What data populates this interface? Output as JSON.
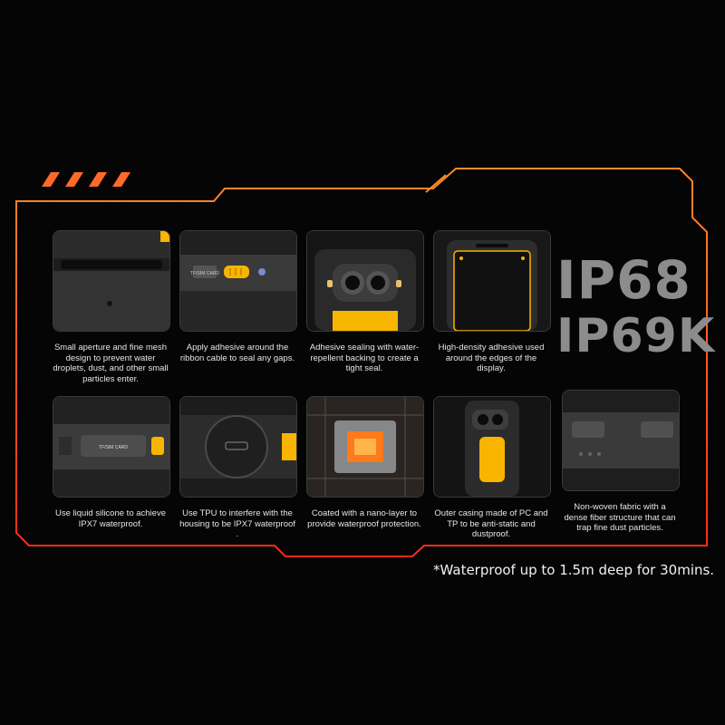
{
  "headline": {
    "line1": "IP68",
    "line2": "IP69K"
  },
  "features": [
    {
      "caption": "Small aperture and fine mesh design to prevent water droplets, dust, and other small particles enter.",
      "icon": "speaker-mesh"
    },
    {
      "caption": "Apply adhesive around the ribbon cable to seal any gaps.",
      "icon": "ribbon-cable",
      "card_label": "TF/SIM CARD"
    },
    {
      "caption": "Adhesive sealing with water-repellent backing to create a tight seal.",
      "icon": "rear-camera"
    },
    {
      "caption": "High-density adhesive used around the edges of the display.",
      "icon": "display-edge"
    },
    {
      "caption": "Use liquid silicone to achieve IPX7 waterproof.",
      "icon": "sim-slot-cover",
      "card_label": "TF/SIM CARD"
    },
    {
      "caption": "Use TPU to interfere with the housing to be IPX7 waterproof .",
      "icon": "tpu-plug"
    },
    {
      "caption": "Coated with a nano-layer to provide waterproof protection.",
      "icon": "nano-chip"
    },
    {
      "caption": "Outer casing made of PC and TP to be anti-static and dustproof.",
      "icon": "phone-back"
    },
    {
      "caption": "Non-woven fabric with a dense fiber structure that can trap fine dust particles.",
      "icon": "fabric-port"
    }
  ],
  "footnote": "*Waterproof up to 1.5m deep for 30mins.",
  "colors": {
    "frame_top": "#ff8a2a",
    "frame_bottom": "#ff2a1a",
    "accent": "#f7b500",
    "background": "#050505",
    "headline": "#8c8c8c"
  }
}
